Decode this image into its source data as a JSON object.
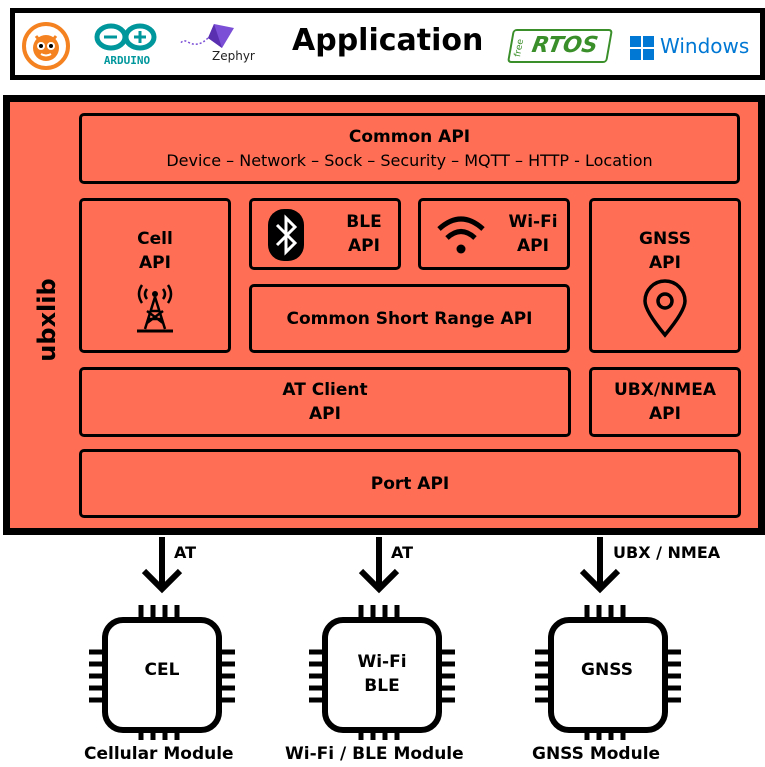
{
  "app_bar": {
    "title": "Application",
    "logos": {
      "arduino": "ARDUINO",
      "zephyr": "Zephyr",
      "freertos_free": "free",
      "freertos": "RTOS",
      "windows": "Windows"
    }
  },
  "ubxlib": {
    "label": "ubxlib",
    "common_api": {
      "title": "Common API",
      "subtitle": "Device – Network – Sock – Security – MQTT – HTTP - Location"
    },
    "cell_api": {
      "line1": "Cell",
      "line2": "API"
    },
    "ble_api": {
      "line1": "BLE",
      "line2": "API"
    },
    "wifi_api": {
      "line1": "Wi-Fi",
      "line2": "API"
    },
    "gnss_api": {
      "line1": "GNSS",
      "line2": "API"
    },
    "common_short_range": "Common Short Range API",
    "at_client": {
      "line1": "AT Client",
      "line2": "API"
    },
    "ubx_nmea": {
      "line1": "UBX/NMEA",
      "line2": "API"
    },
    "port_api": "Port API"
  },
  "links": [
    {
      "label": "AT"
    },
    {
      "label": "AT"
    },
    {
      "label": "UBX / NMEA"
    }
  ],
  "modules": [
    {
      "chip": "CEL",
      "name": "Cellular Module"
    },
    {
      "chip_line1": "Wi-Fi",
      "chip_line2": "BLE",
      "name": "Wi-Fi / BLE Module"
    },
    {
      "chip": "GNSS",
      "name": "GNSS Module"
    }
  ],
  "colors": {
    "block_fill": "#ff6e55",
    "outline": "#000000",
    "background": "#ffffff"
  }
}
